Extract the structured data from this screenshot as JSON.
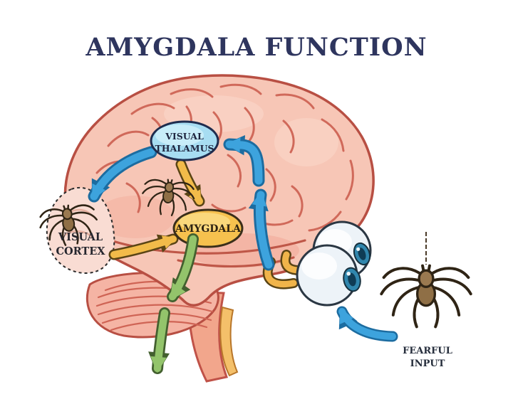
{
  "title": "AMYGDALA FUNCTION",
  "regions": {
    "visual_thalamus": {
      "line1": "VISUAL",
      "line2": "THALAMUS"
    },
    "amygdala": {
      "label": "AMYGDALA"
    },
    "visual_cortex": {
      "line1": "VISUAL",
      "line2": "CORTEX"
    },
    "fearful_input": {
      "line1": "FEARFUL",
      "line2": "INPUT"
    }
  },
  "colors": {
    "background": "#ffffff",
    "title_text": "#2e355e",
    "thalamus_fill": "#a7ddf2",
    "thalamus_border": "#1f2c4e",
    "amygdala_fill": "#f6c14e",
    "amygdala_border": "#3b2f1a",
    "brain_fill": "#f7c6b6",
    "brain_outline": "#b84f43",
    "gyri_line": "#d0695a",
    "cortex_region_fill": "#f9dcd3",
    "arrow_blue": "#3da3dd",
    "arrow_blue_outline": "#1c6ca0",
    "arrow_yellow": "#f2bb4a",
    "arrow_yellow_outline": "#5a4415",
    "arrow_green": "#93c46b",
    "arrow_green_outline": "#43602f",
    "spider_body": "#8f6f46",
    "spider_outline": "#2f2415",
    "eye_fill": "#edf3f8",
    "eye_outline": "#2b3743",
    "iris": "#3086ad",
    "pupil": "#0f3c55",
    "optic_nerve": "#f0b44a"
  },
  "pathways": [
    {
      "from": "eye",
      "to": "visual_thalamus",
      "color": "blue"
    },
    {
      "from": "visual_thalamus",
      "to": "visual_cortex",
      "color": "blue"
    },
    {
      "from": "visual_thalamus",
      "to": "amygdala",
      "color": "yellow"
    },
    {
      "from": "visual_cortex",
      "to": "amygdala",
      "color": "yellow"
    },
    {
      "from": "amygdala",
      "to": "downward_output",
      "color": "green"
    },
    {
      "from": "fearful_input",
      "to": "eye",
      "color": "blue"
    }
  ],
  "icons": [
    "spider-icon",
    "brain-icon",
    "eye-icon"
  ]
}
